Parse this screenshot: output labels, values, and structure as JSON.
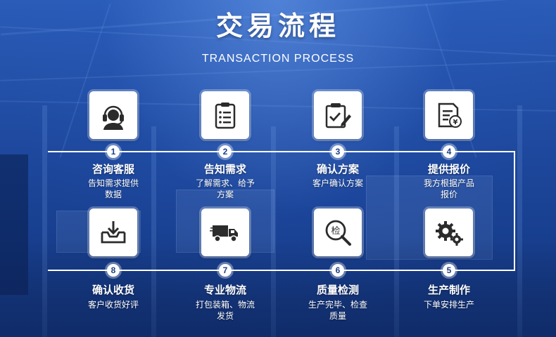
{
  "header": {
    "title": "交易流程",
    "subtitle": "TRANSACTION PROCESS"
  },
  "steps": [
    {
      "num": "1",
      "title": "咨询客服",
      "desc": [
        "告知需求提供",
        "数据"
      ],
      "icon": "customer-service-headset-icon"
    },
    {
      "num": "2",
      "title": "告知需求",
      "desc": [
        "了解需求、给予",
        "方案"
      ],
      "icon": "clipboard-list-icon"
    },
    {
      "num": "3",
      "title": "确认方案",
      "desc": [
        "客户确认方案"
      ],
      "icon": "checklist-pen-icon"
    },
    {
      "num": "4",
      "title": "提供报价",
      "desc": [
        "我方根据产品",
        "报价"
      ],
      "icon": "quote-document-yen-icon"
    },
    {
      "num": "5",
      "title": "生产制作",
      "desc": [
        "下单安排生产"
      ],
      "icon": "gears-icon"
    },
    {
      "num": "6",
      "title": "质量检测",
      "desc": [
        "生产完毕、检查",
        "质量"
      ],
      "icon": "inspection-magnifier-icon",
      "icon_text": "检"
    },
    {
      "num": "7",
      "title": "专业物流",
      "desc": [
        "打包装箱、物流",
        "发货"
      ],
      "icon": "delivery-truck-icon"
    },
    {
      "num": "8",
      "title": "确认收货",
      "desc": [
        "客户收货好评"
      ],
      "icon": "inbox-download-icon"
    }
  ],
  "colors": {
    "accent": "#1e3f86",
    "icon": "#2b2b2b"
  }
}
